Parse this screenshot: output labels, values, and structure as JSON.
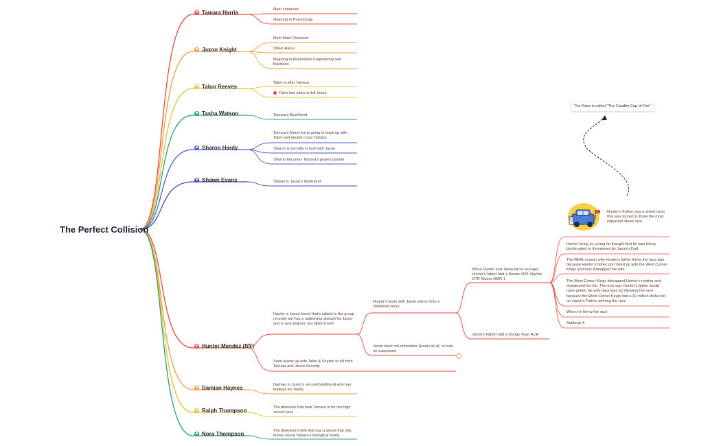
{
  "root": "The Perfect Collision",
  "colors": {
    "red": "#e8473f",
    "orange": "#f19a3e",
    "yellow": "#e6c12a",
    "green": "#25a07a",
    "blue": "#4a5bcf",
    "indigo": "#3e4aa8",
    "pink": "#e86a7a",
    "darkorange": "#d9782e"
  },
  "characters": [
    {
      "name": "Tamara Harris",
      "color": "red",
      "leaves": [
        "Main character",
        "Majoring in Psychology"
      ]
    },
    {
      "name": "Jaxon Knight",
      "color": "orange",
      "leaves": [
        "Male Main Character",
        "Street Racer",
        "Majoring in Automotive Engineering and Business"
      ]
    },
    {
      "name": "Talon Reeves",
      "color": "yellow",
      "leaves": [
        "Talon is after Tamara",
        "Talon has plans to kill Jaxon"
      ]
    },
    {
      "name": "Tasha Watson",
      "color": "green",
      "leaves": [
        "Tamara's Bestfriend"
      ]
    },
    {
      "name": "Sharon Hardy",
      "color": "blue",
      "leaves": [
        "Tamara's friend but is going to team up with Talon and double cross Tamara",
        "Sharon is secretly in love with Jaxon",
        "Sharon becomes Tamara's project partner"
      ]
    },
    {
      "name": "Shawn Evans",
      "color": "indigo",
      "leaves": [
        "Shawn is Jaxon's bestfriend"
      ]
    },
    {
      "name": "Hunter Mendez (NY)",
      "color": "red",
      "leaves": [
        "Hunter is Jaxon friend that's added to the group recently but has a underlying disdain for Jaxon and is very jealous, but hides it well",
        "Soon teams up with Talon & Sharon to kill both Tamara and Jaxon Secretly"
      ]
    },
    {
      "name": "Damian Haynes",
      "color": "orange",
      "leaves": [
        "Damian is Jaxon's second bestfriend who has feelings for Tasha"
      ]
    },
    {
      "name": "Ralph Thompson",
      "color": "yellow",
      "leaves": [
        "The detective that took Tamara in for her high school year"
      ]
    },
    {
      "name": "Nora Thompson",
      "color": "green",
      "leaves": [
        "The detective's wife that has a secret that she knows about Tamara's biological family"
      ]
    }
  ],
  "hunter_branch": {
    "issue": "Hunter's issue with Jaxon stems from a childhood issue",
    "no_remember": "Jaxon does not remember Hunter at all, so has no suspicions",
    "younger": "When Hunter and Jaxon we're younger, Hunter's father had a Nissan R33 Skyline GTR Nismo 400R 1",
    "viper": "Jaxon's Father had a Dodge Viper ACR",
    "details": [
      "Hunter being so young he thought that he was being blackmailed or threatened by Jaxon's Dad",
      "The REAL reason why Hunter's father threw the race was because Hunter's father got mixed up with the West Corner Kings and they kidnapped his wife",
      "The West Corner Kings kidnapped Hunter's mother and threatened her life. The only way Hunter's father would have gotten his wife back was by throwing the race because the West Corner Kings had a 10 million dollar bet on Jaxon's Father winning the race",
      "When he threw the race",
      "Subtopic 6"
    ],
    "father_note": "Hunter's Father was a street racer that was forced to throw the most important street race",
    "race_note": "The Race is called \"The Candler Cup of Fire\""
  }
}
